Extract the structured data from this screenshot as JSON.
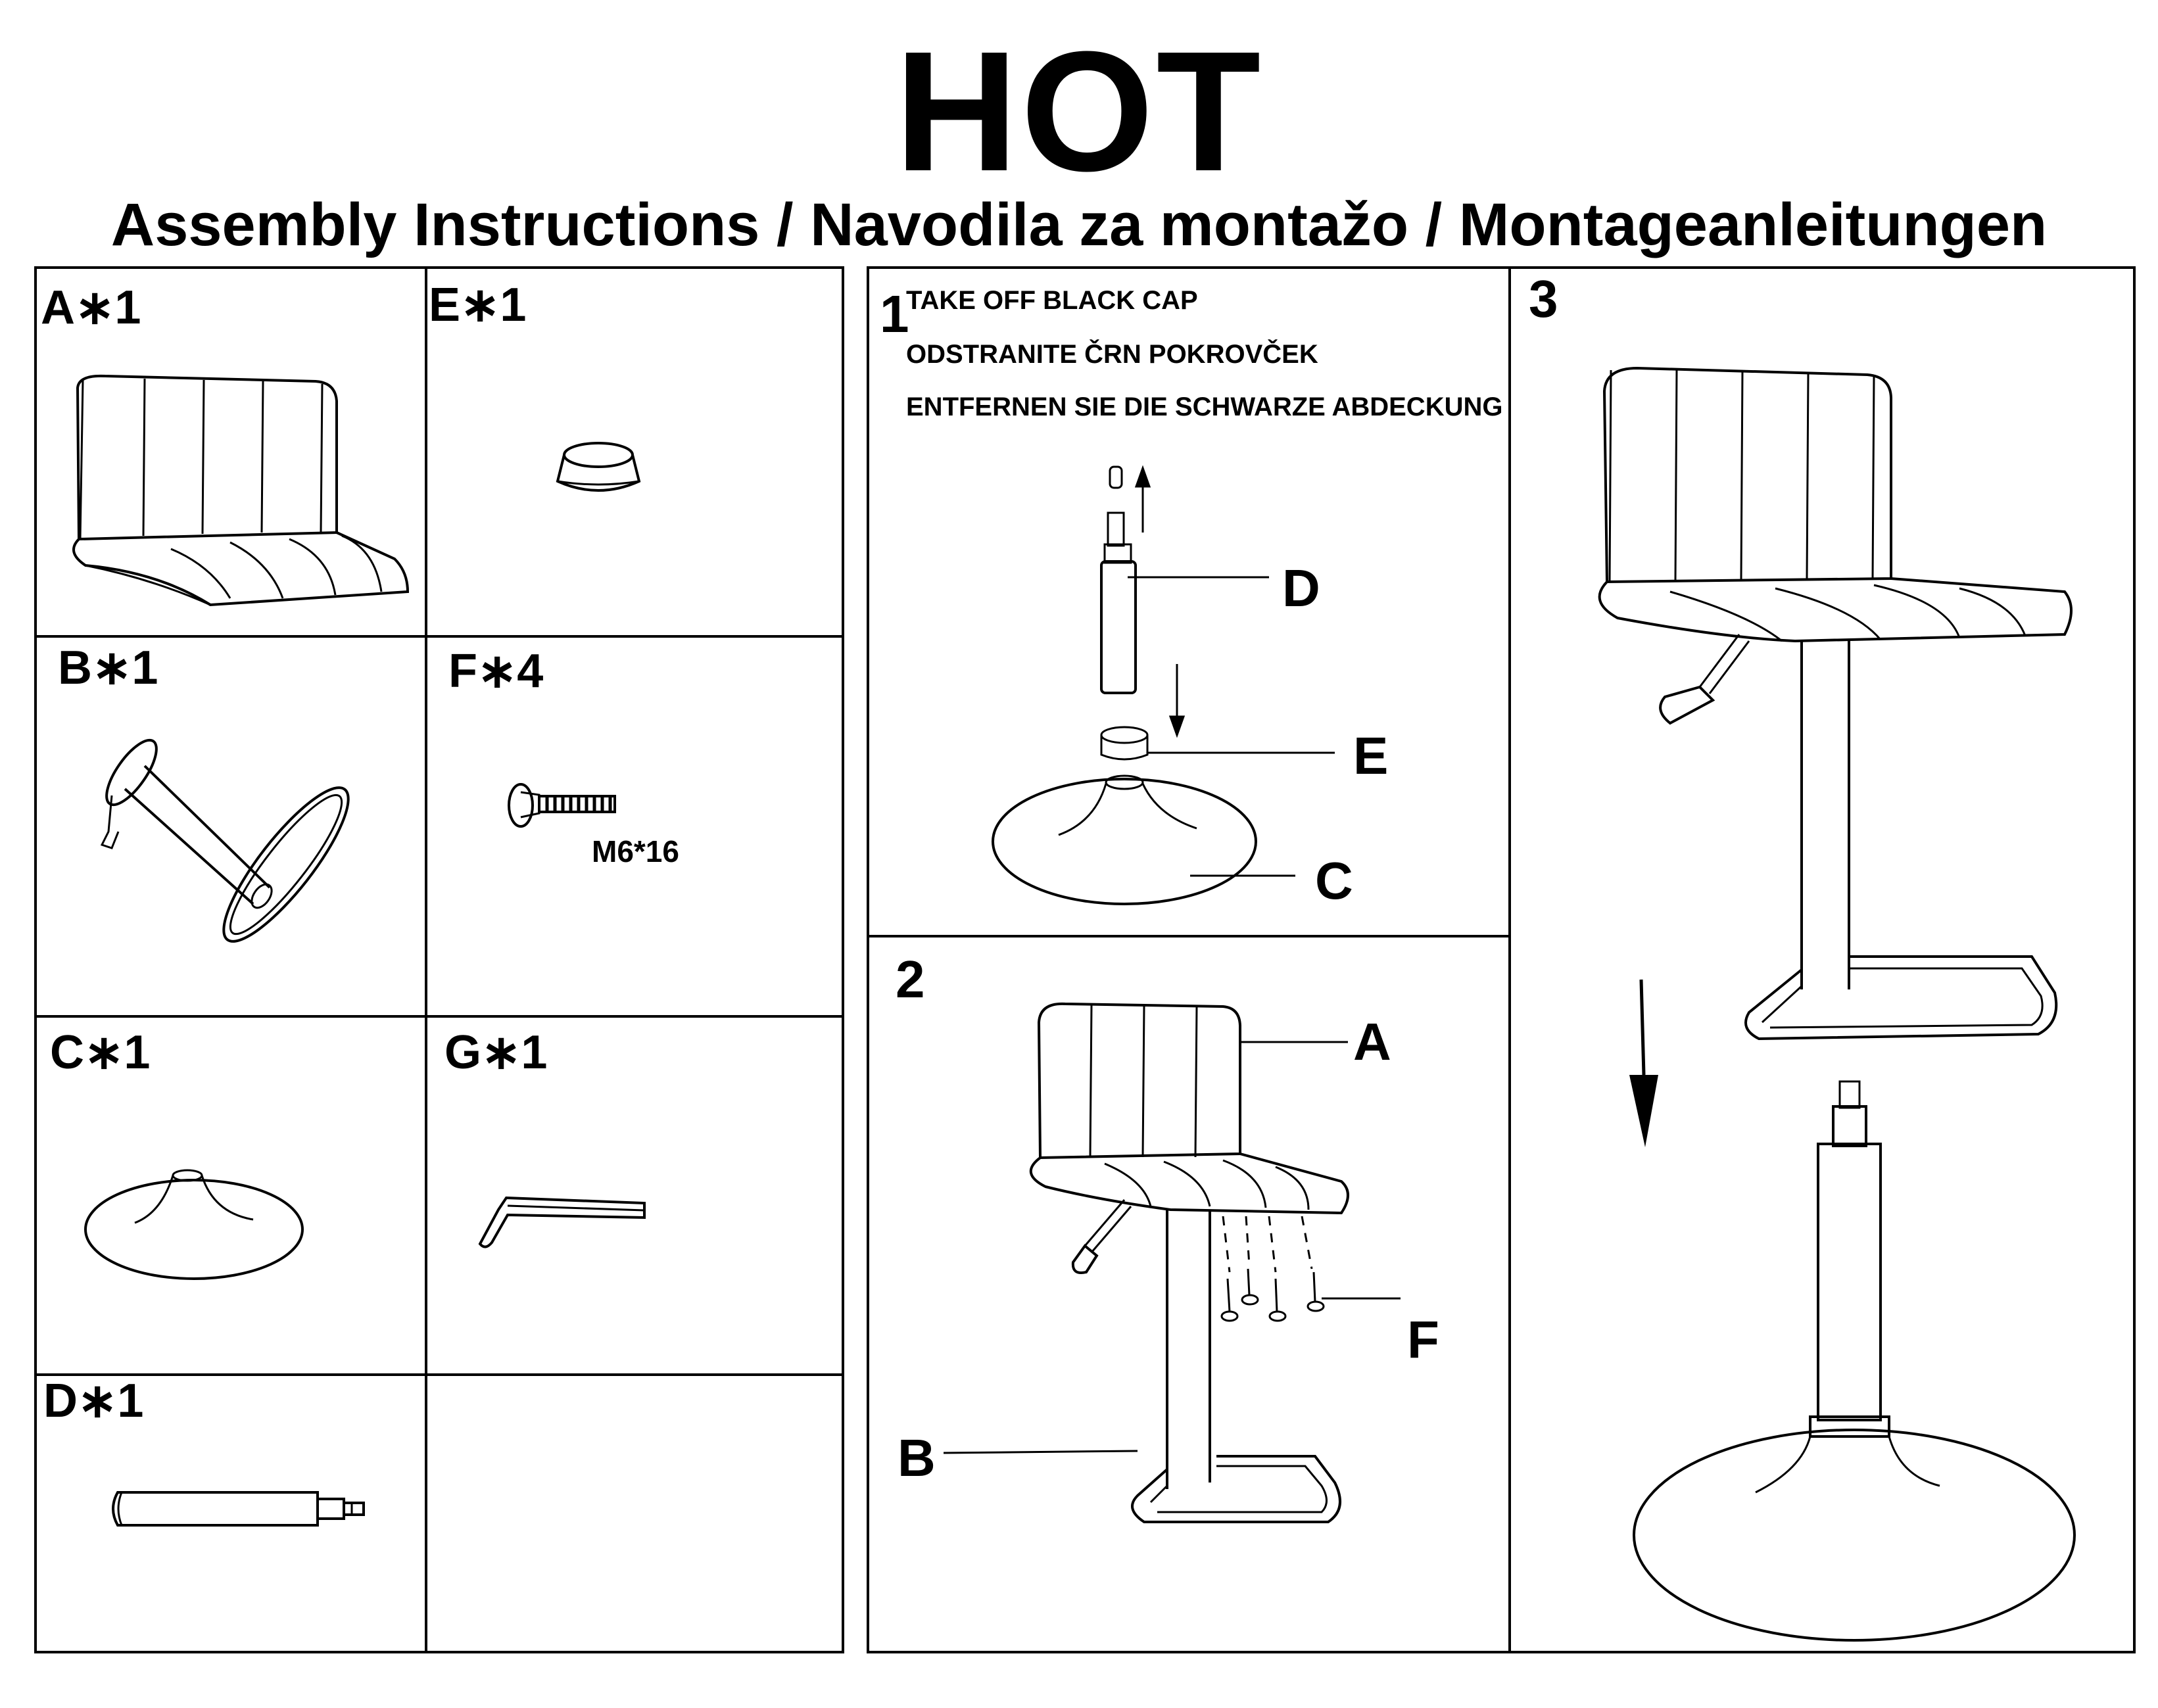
{
  "header": {
    "title": "HOT",
    "subtitle": "Assembly Instructions / Navodila za montažo / Montageanleitungen"
  },
  "parts": [
    {
      "id": "A",
      "label": "A∗1"
    },
    {
      "id": "E",
      "label": "E∗1"
    },
    {
      "id": "B",
      "label": "B∗1"
    },
    {
      "id": "F",
      "label": "F∗4",
      "spec": "M6*16"
    },
    {
      "id": "C",
      "label": "C∗1"
    },
    {
      "id": "G",
      "label": "G∗1"
    },
    {
      "id": "D",
      "label": "D∗1"
    }
  ],
  "steps": {
    "step1": {
      "number": "1",
      "lines": [
        "TAKE OFF BLACK CAP",
        "ODSTRANITE ČRN POKROVČEK",
        "ENTFERNEN SIE DIE SCHWARZE ABDECKUNG"
      ],
      "callouts": [
        "D",
        "E",
        "C"
      ]
    },
    "step2": {
      "number": "2",
      "callouts": [
        "A",
        "F",
        "B"
      ]
    },
    "step3": {
      "number": "3"
    }
  },
  "icons": {
    "seat": "bar-stool-seat-icon",
    "column": "gas-lift-column-icon",
    "cap": "black-cap-icon",
    "bolt": "bolt-icon",
    "base": "round-base-icon",
    "key": "allen-key-icon",
    "arrow": "arrow-icon"
  }
}
